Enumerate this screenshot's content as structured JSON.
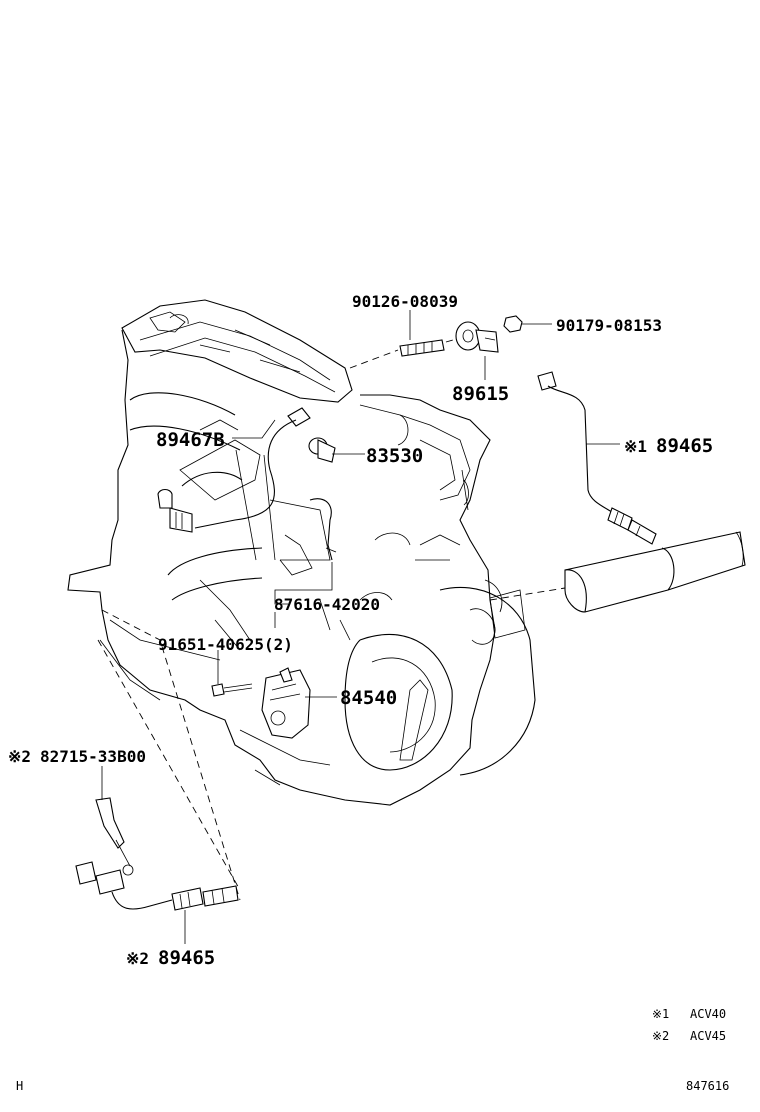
{
  "parts": {
    "p90126": "90126-08039",
    "p90179": "90179-08153",
    "p89615": "89615",
    "p89467b": "89467B",
    "p83530": "83530",
    "p89465_1_mark": "※1",
    "p89465_1": "89465",
    "p87616": "87616-42020",
    "p91651": "91651-40625(2)",
    "p84540": "84540",
    "p82715_mark": "※2",
    "p82715": "82715-33B00",
    "p89465_2_mark": "※2",
    "p89465_2": "89465"
  },
  "legend": {
    "row1_mark": "※1",
    "row1_value": "ACV40",
    "row2_mark": "※2",
    "row2_value": "ACV45"
  },
  "footer": {
    "left_code": "H",
    "figure_number": "847616"
  }
}
